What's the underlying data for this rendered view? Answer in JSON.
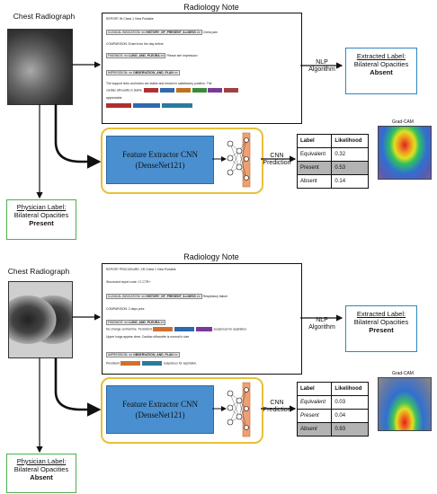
{
  "top": {
    "xray_title": "Chest Radiograph",
    "note_title": "Radiology Note",
    "note": {
      "line1": "REPORT IN Chest 1 View Portable",
      "clinical_tag": "CLINICAL INDICATION:",
      "clinical_token": "<< HISTORY_OF_PRESENT_ILLNESS >>",
      "clinical_text": "Chest pain",
      "comparison": "COMPARISON: Exam from the day before",
      "findings_tag": "FINDINGS:",
      "findings_token": "<< LUNG_AND_PLEURA >>",
      "findings_text": "Please see impression",
      "impression_tag": "IMPRESSION:",
      "impression_token": "<< OBSERVATION_AND_PLAN >>",
      "line_support": "The support lines and tubes are stable and remain in satisfactory position. The",
      "line_cardiac": "cardiac silhouette is stable.",
      "line_appreciable": "appreciable"
    },
    "nlp_label": "NLP Algorithm",
    "extracted": {
      "title": "Extracted Label:",
      "line": "Bilateral Opacities",
      "value": "Absent"
    },
    "cnn": {
      "line1": "Feature Extractor CNN",
      "line2": "(DenseNet121)"
    },
    "cnn_pred_label": "CNN Prediction",
    "table": {
      "headers": [
        "Label",
        "Likelihood"
      ],
      "rows": [
        [
          "Equivalent",
          "0.32"
        ],
        [
          "Present",
          "0.53"
        ],
        [
          "Absent",
          "0.14"
        ]
      ]
    },
    "gradcam_label": "Grad-CAM",
    "physician": {
      "title": "Physician Label:",
      "line": "Bilateral Opacities",
      "value": "Present"
    }
  },
  "bottom": {
    "xray_title": "Chest Radiograph",
    "note_title": "Radiology Note",
    "note": {
      "line1": "REPORT PROCEDURE: XR Chest 1 View Portable",
      "line2": "Structured report code: 17-CTR+",
      "clinical_tag": "CLINICAL INDICATION:",
      "clinical_token": "<< HISTORY_OF_PRESENT_ILLNESS >>",
      "clinical_text": "Respiratory failure",
      "comparison": "COMPARISON: 2 days prior.",
      "findings_tag": "FINDINGS:",
      "findings_token": "<< LUNG_AND_PLEURA >>",
      "findings_a": "No change central line. Persistent",
      "findings_b": "suspicious for aspiration.",
      "findings_c": "Upper lungs appear clear. Cardiac silhouette is normal in size.",
      "impression_tag": "IMPRESSION:",
      "impression_token": "<< OBSERVATION_AND_PLAN >>",
      "impression_a": "Persistent",
      "impression_b": "suspicious for aspiration."
    },
    "nlp_label": "NLP Algorithm",
    "extracted": {
      "title": "Extracted Label:",
      "line": "Bilateral Opacities",
      "value": "Present"
    },
    "cnn": {
      "line1": "Feature Extractor CNN",
      "line2": "(DenseNet121)"
    },
    "cnn_pred_label": "CNN Prediction",
    "table": {
      "headers": [
        "Label",
        "Likelihood"
      ],
      "rows": [
        [
          "Equivalent",
          "0.03"
        ],
        [
          "Present",
          "0.04"
        ],
        [
          "Absent",
          "0.93"
        ]
      ]
    },
    "gradcam_label": "Grad-CAM",
    "physician": {
      "title": "Physician Label:",
      "line": "Bilateral Opacities",
      "value": "Absent"
    }
  },
  "colors": {
    "note_border": "#111111",
    "extracted_border": "#2e86c1",
    "physician_border": "#4caf50",
    "cnn_frame": "#e8c03a",
    "extractor_fill": "#4a90d0",
    "network_bar": "#f0a070",
    "highlight_gray": "#b3b3b3",
    "chip_colors": [
      "#b03030",
      "#2d6ab0",
      "#c07020",
      "#3a8a3a",
      "#7a3a9a",
      "#a04040",
      "#d07030",
      "#2a7aa0"
    ]
  }
}
